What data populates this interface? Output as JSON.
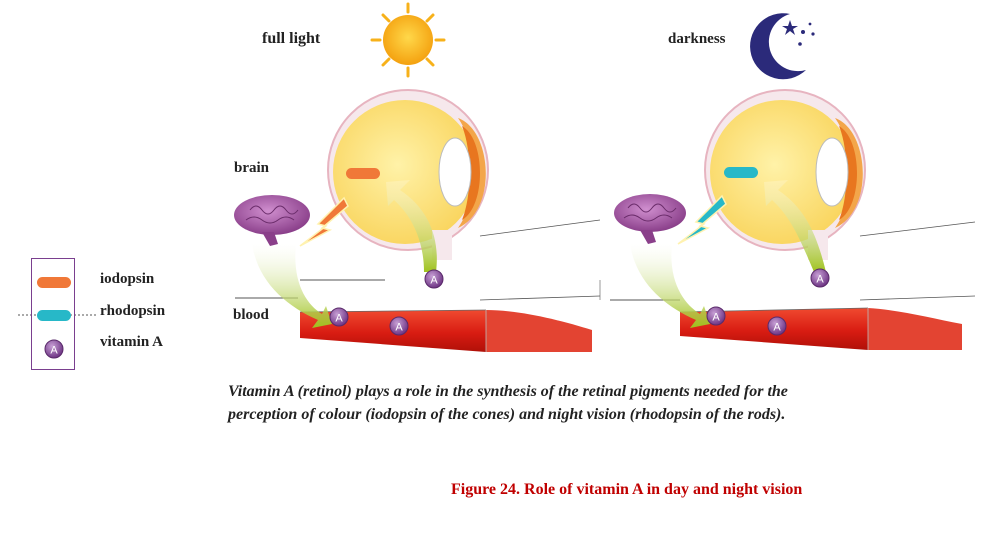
{
  "panels": {
    "left": {
      "condition": "full light",
      "brain_label": "brain",
      "blood_label": "blood"
    },
    "right": {
      "condition": "darkness"
    }
  },
  "legend": {
    "items": [
      {
        "label": "iodopsin",
        "color": "#f07838"
      },
      {
        "label": "rhodopsin",
        "color": "#27b8c8"
      },
      {
        "label": "vitamin A",
        "color": "#8a4f9c"
      }
    ]
  },
  "vitamin_symbol": "A",
  "caption": {
    "line1": "Vitamin A (retinol) plays a role in the synthesis of the retinal pigments needed for the",
    "line2": "perception  of colour (iodopsin of the cones) and night vision (rhodopsin of the rods)."
  },
  "figure_title": "Figure 24. Role of vitamin A  in day and night vision",
  "colors": {
    "sun": "#f9b31a",
    "moon": "#2b2a7a",
    "blood": "#e0241a",
    "eye": "#fde27a",
    "iris": "#f3a64a",
    "brain": "#a0529e",
    "arrow": "#b5d334",
    "caption_title": "#c00000"
  }
}
